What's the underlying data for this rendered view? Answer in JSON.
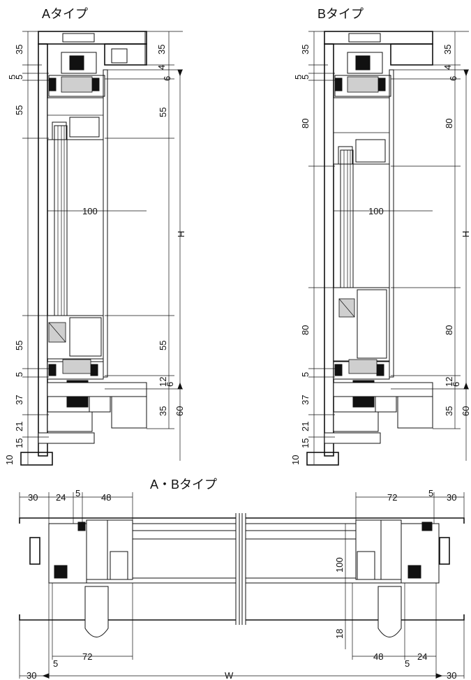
{
  "titles": {
    "a_type": "Aタイプ",
    "b_type": "Bタイプ",
    "ab_type": "A・Bタイプ"
  },
  "section_a": {
    "left_dims": [
      "35",
      "5",
      "5",
      "55",
      "55",
      "5",
      "37",
      "21",
      "15",
      "10"
    ],
    "right_dims": [
      "35",
      "4",
      "6",
      "55",
      "55",
      "12",
      "6",
      "35",
      "60"
    ],
    "center_dim": "100",
    "height_label": "H"
  },
  "section_b": {
    "left_dims": [
      "35",
      "5",
      "5",
      "80",
      "80",
      "5",
      "37",
      "21",
      "15",
      "10"
    ],
    "right_dims": [
      "35",
      "4",
      "6",
      "80",
      "80",
      "12",
      "6",
      "35",
      "60"
    ],
    "center_dim": "100",
    "height_label": "H"
  },
  "plan": {
    "top_left_dims": [
      "30",
      "24",
      "5",
      "48"
    ],
    "top_right_dims": [
      "72",
      "5",
      "30"
    ],
    "bottom_left_dims": [
      "30",
      "5",
      "72"
    ],
    "bottom_right_dims": [
      "48",
      "5",
      "24",
      "30"
    ],
    "vertical_dim": "100",
    "gap_dim": "18",
    "width_label": "W"
  }
}
